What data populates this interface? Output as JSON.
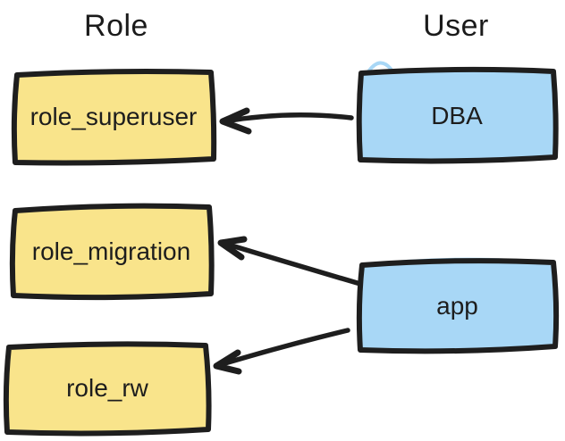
{
  "diagram": {
    "columns": [
      {
        "id": "role",
        "title": "Role"
      },
      {
        "id": "user",
        "title": "User"
      }
    ],
    "roles": [
      {
        "label": "role_superuser"
      },
      {
        "label": "role_migration"
      },
      {
        "label": "role_rw"
      }
    ],
    "users": [
      {
        "label": "DBA"
      },
      {
        "label": "app"
      }
    ],
    "edges": [
      {
        "from": "DBA",
        "to": "role_superuser"
      },
      {
        "from": "app",
        "to": "role_migration"
      },
      {
        "from": "app",
        "to": "role_rw"
      }
    ],
    "colors": {
      "role_fill": "#f9e48b",
      "user_fill": "#a8d7f6",
      "stroke": "#1e1e1e",
      "background": "#ffffff"
    }
  }
}
